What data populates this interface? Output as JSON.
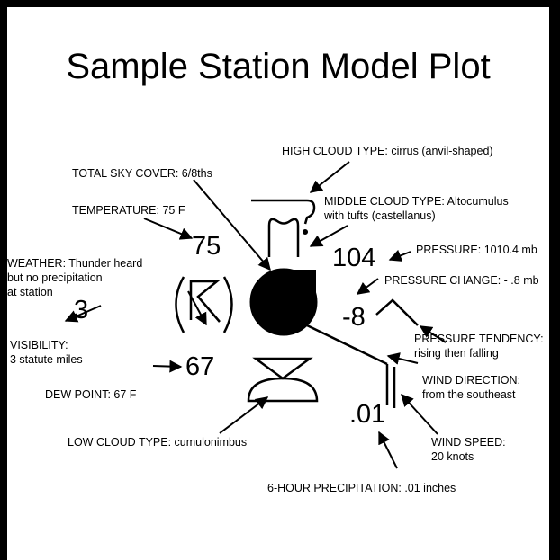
{
  "title": "Sample Station Model Plot",
  "labels": {
    "high_cloud": "HIGH CLOUD TYPE: cirrus (anvil-shaped)",
    "total_sky": "TOTAL SKY COVER: 6/8ths",
    "middle_cloud_line1": "MIDDLE CLOUD TYPE: Altocumulus",
    "middle_cloud_line2": "with tufts (castellanus)",
    "temperature": "TEMPERATURE: 75  F",
    "pressure": "PRESSURE: 1010.4 mb",
    "weather_line1": "WEATHER: Thunder heard",
    "weather_line2": "but no precipitation",
    "weather_line3": "at station",
    "pressure_change": "PRESSURE CHANGE: - .8 mb",
    "visibility_line1": "VISIBILITY:",
    "visibility_line2": "3 statute miles",
    "pressure_tendency_line1": "PRESSURE TENDENCY:",
    "pressure_tendency_line2": "rising then falling",
    "wind_direction_line1": "WIND DIRECTION:",
    "wind_direction_line2": "from the southeast",
    "dew_point": "DEW POINT: 67  F",
    "wind_speed_line1": "WIND SPEED:",
    "wind_speed_line2": "20 knots",
    "low_cloud": "LOW CLOUD TYPE: cumulonimbus",
    "precip": "6-HOUR PRECIPITATION: .01 inches"
  },
  "values": {
    "temperature": "75",
    "pressure": "104",
    "visibility": "3",
    "pressure_change": "-8",
    "dew_point": "67",
    "precip": ".01"
  },
  "colors": {
    "ink": "#000000",
    "background": "#ffffff",
    "frame": "#000000"
  }
}
